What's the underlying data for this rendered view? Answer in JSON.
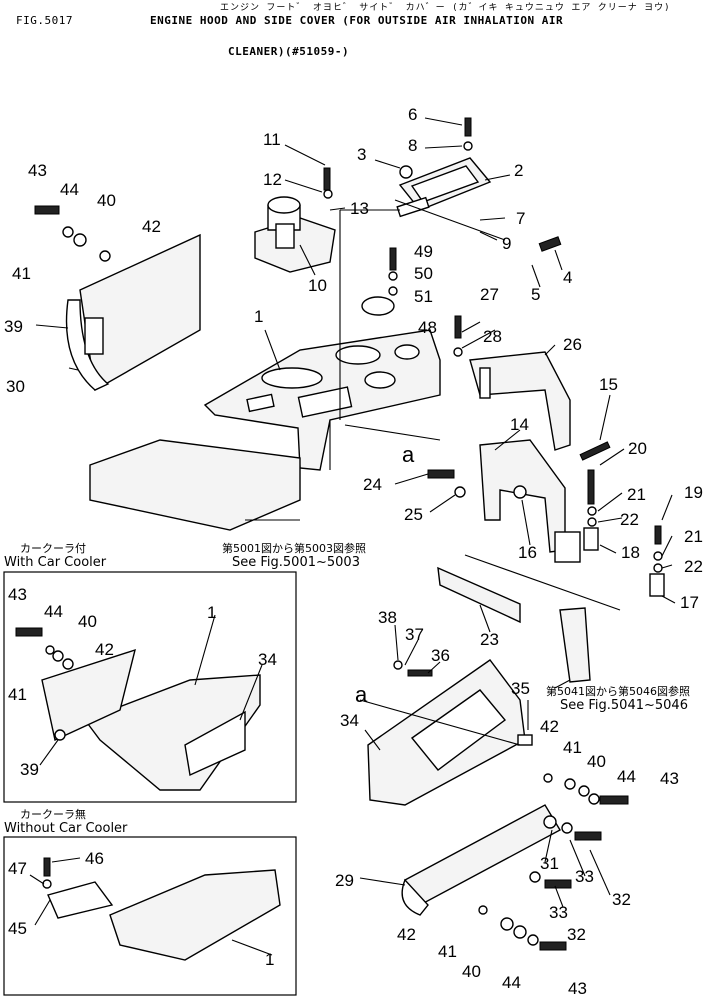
{
  "header": {
    "fig": "FIG.5017",
    "jp_title": "エンジン フート゛ オヨヒ゛ サイト゛ カハ゛ー (カ゛イキ キュウニュウ エア クリーナ ヨウ)",
    "title_line1": "ENGINE HOOD AND SIDE COVER (FOR OUTSIDE AIR INHALATION AIR",
    "title_line2": "CLEANER)(#51059-)"
  },
  "notes": {
    "ref1_jp": "第5001図から第5003図参照",
    "ref1": "See Fig.5001~5003",
    "ref2_jp": "第5041図から第5046図参照",
    "ref2": "See Fig.5041~5046",
    "arrow_a": "a",
    "arrow_a2": "a"
  },
  "insets": {
    "with_cooler_jp": "カークーラ付",
    "with_cooler": "With Car Cooler",
    "without_cooler_jp": "カークーラ無",
    "without_cooler": "Without Car Cooler"
  },
  "callouts": [
    "1",
    "2",
    "3",
    "4",
    "5",
    "6",
    "7",
    "8",
    "9",
    "10",
    "11",
    "12",
    "13",
    "14",
    "15",
    "16",
    "17",
    "18",
    "19",
    "20",
    "21",
    "22",
    "23",
    "24",
    "25",
    "26",
    "27",
    "28",
    "29",
    "30",
    "31",
    "32",
    "33",
    "34",
    "35",
    "36",
    "37",
    "38",
    "39",
    "40",
    "41",
    "42",
    "43",
    "44",
    "45",
    "46",
    "47",
    "48",
    "49",
    "50",
    "51"
  ]
}
